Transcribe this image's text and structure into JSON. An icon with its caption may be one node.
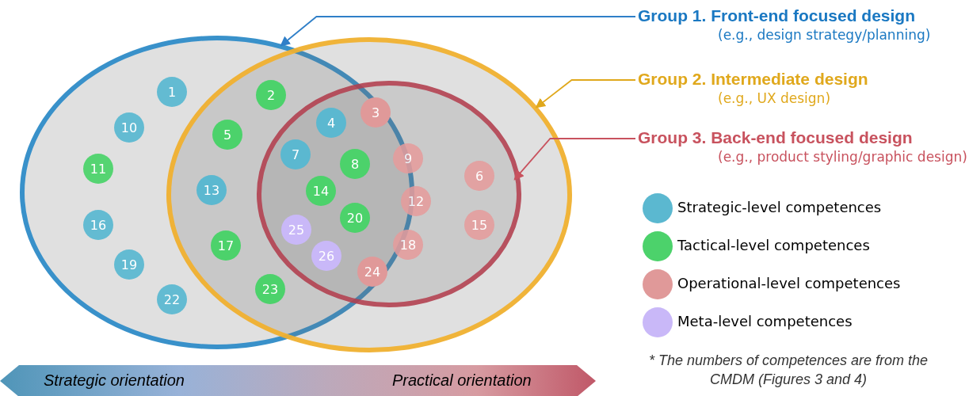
{
  "diagram": {
    "nodes": [
      {
        "text": [],
        "shape": "ellipse"
      },
      {
        "text": [],
        "shape": "ellipse"
      },
      {
        "text": [],
        "shape": "ellipse",
        "in": 1
      },
      {
        "text": [
          "Group 1. Front-end focused design",
          "(e.g., design strategy/planning)"
        ]
      },
      {
        "text": [
          "Group 2. Intermediate design",
          "(e.g., UX design)"
        ]
      },
      {
        "text": [
          "Group 3. Back-end focused design",
          "(e.g., product styling/graphic design)"
        ]
      },
      {
        "text": [
          "1"
        ],
        "in": 0
      },
      {
        "text": [
          "10"
        ],
        "in": 0
      },
      {
        "text": [
          "11"
        ],
        "in": 0
      },
      {
        "text": [
          "16"
        ],
        "in": 0
      },
      {
        "text": [
          "19"
        ],
        "in": 0
      },
      {
        "text": [
          "22"
        ],
        "in": 0
      },
      {
        "text": [
          "2"
        ]
      },
      {
        "text": [
          "5"
        ]
      },
      {
        "text": [
          "13"
        ]
      },
      {
        "text": [
          "17"
        ]
      },
      {
        "text": [
          "23"
        ]
      },
      {
        "text": [
          "4"
        ]
      },
      {
        "text": [
          "3"
        ]
      },
      {
        "text": [
          "7"
        ]
      },
      {
        "text": [
          "8"
        ]
      },
      {
        "text": [
          "9"
        ],
        "in": 2
      },
      {
        "text": [
          "14"
        ]
      },
      {
        "text": [
          "12"
        ],
        "in": 2
      },
      {
        "text": [
          "20"
        ]
      },
      {
        "text": [
          "25"
        ]
      },
      {
        "text": [
          "18"
        ],
        "in": 2
      },
      {
        "text": [
          "26"
        ]
      },
      {
        "text": [
          "24"
        ]
      },
      {
        "text": [
          "6"
        ],
        "in": 2
      },
      {
        "text": [
          "15"
        ],
        "in": 2
      },
      {
        "text": [
          "Strategic orientation",
          "Practical orientation"
        ]
      }
    ],
    "edges": [
      {
        "from": 3,
        "to": 0,
        "arrow": "to",
        "color": "#2f7fc8"
      },
      {
        "from": 4,
        "to": 1,
        "arrow": "to",
        "color": "#e0a81c"
      },
      {
        "from": 5,
        "to": 2,
        "arrow": "to",
        "color": "#c8525e"
      }
    ],
    "labels": [
      "* The numbers of competences are from the CMDM (Figures 3 and 4)"
    ],
    "legend": [
      {
        "text": "Strategic-level competences",
        "color": "#5bb8d0"
      },
      {
        "text": "Tactical-level competences",
        "color": "#4cd26b"
      },
      {
        "text": "Operational-level competences",
        "color": "#e09999"
      },
      {
        "text": "Meta-level competences",
        "color": "#c9b8f8"
      }
    ]
  }
}
